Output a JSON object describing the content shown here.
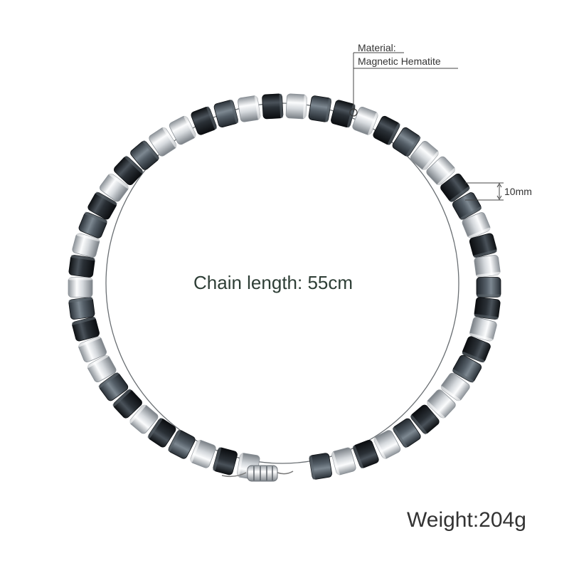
{
  "product": {
    "material_label": "Material:",
    "material_value": "Magnetic Hematite",
    "bead_size": "10mm",
    "chain_length": "Chain length: 55cm",
    "weight": "Weight:204g"
  },
  "colors": {
    "background": "#ffffff",
    "bead_dark": "#262b30",
    "bead_light": "#e6e8ea",
    "annotation_line": "#444444"
  },
  "icons": [
    "necklace-image",
    "clasp-icon",
    "dimension-arrow-icon"
  ]
}
